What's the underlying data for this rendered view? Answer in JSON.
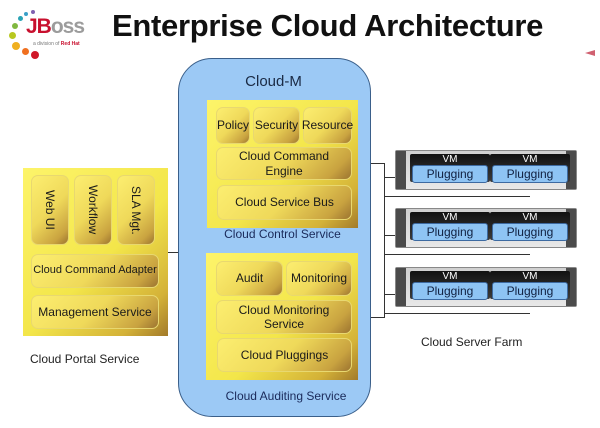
{
  "title": "Enterprise Cloud Architecture",
  "logo": {
    "brand_j": "JB",
    "brand_rest": "oss",
    "subtitle_prefix": "a division of ",
    "subtitle_brand": "Red Hat"
  },
  "colors": {
    "cloud_blue": "#9cc9f5",
    "yellow": "#f3e64a",
    "plugging_blue": "#8ec4f4",
    "logo_red": "#c8102e"
  },
  "cloud_m": {
    "label": "Cloud-M",
    "control_service": {
      "label": "Cloud Control Service",
      "modules": [
        "Policy",
        "Security",
        "Resource"
      ],
      "engine": "Cloud Command Engine",
      "bus": "Cloud Service Bus"
    },
    "auditing_service": {
      "label": "Cloud Auditing Service",
      "modules": [
        "Audit",
        "Monitoring"
      ],
      "monitoring": "Cloud Monitoring Service",
      "pluggings": "Cloud Pluggings"
    }
  },
  "portal": {
    "label": "Cloud Portal Service",
    "modules": [
      "Web UI",
      "Workflow",
      "SLA Mgt."
    ],
    "adapter": "Cloud Command Adapter",
    "management": "Management Service"
  },
  "server_farm": {
    "label": "Cloud Server Farm",
    "racks": [
      {
        "vms": [
          {
            "vm": "VM",
            "plug": "Plugging"
          },
          {
            "vm": "VM",
            "plug": "Plugging"
          }
        ]
      },
      {
        "vms": [
          {
            "vm": "VM",
            "plug": "Plugging"
          },
          {
            "vm": "VM",
            "plug": "Plugging"
          }
        ]
      },
      {
        "vms": [
          {
            "vm": "VM",
            "plug": "Plugging"
          },
          {
            "vm": "VM",
            "plug": "Plugging"
          }
        ]
      }
    ]
  }
}
